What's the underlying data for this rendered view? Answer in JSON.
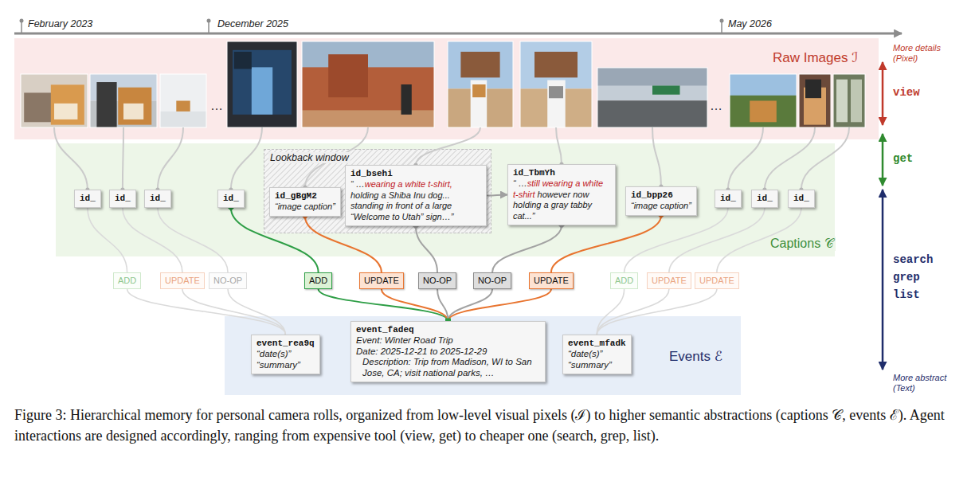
{
  "diagram": {
    "caption": "Figure 3: Hierarchical memory for personal camera rolls, organized from low-level visual pixels (ℐ) to higher semantic abstractions (captions 𝒞, events ℰ). Agent interactions are designed accordingly, ranging from expensive tool (view, get) to cheaper one (search, grep, list).",
    "nodes": [
      {
        "text": [
          "Raw Images ℐ"
        ]
      },
      {
        "text": [
          "Captions 𝒞"
        ]
      },
      {
        "text": [
          "id_"
        ],
        "in": 1
      },
      {
        "text": [
          "id_"
        ],
        "in": 1
      },
      {
        "text": [
          "id_"
        ],
        "in": 1
      },
      {
        "text": [
          "id_"
        ],
        "in": 1
      },
      {
        "text": [
          "Lookback window"
        ],
        "in": 1
      },
      {
        "text": [
          "id_gBgM2",
          "“image caption”"
        ],
        "in": 6
      },
      {
        "text": [
          "id_bsehi",
          "“ …wearing a white t-shirt, holding a Shiba Inu dog... standing in front of a large “Welcome to Utah” sign…”"
        ],
        "in": 6
      },
      {
        "text": [
          "id_TbmYh",
          "“ …still wearing a white t-shirt however now holding a gray tabby cat...”"
        ],
        "in": 1
      },
      {
        "text": [
          "id_bpp26",
          "“image caption”"
        ],
        "in": 1
      },
      {
        "text": [
          "id_"
        ],
        "in": 1
      },
      {
        "text": [
          "id_"
        ],
        "in": 1
      },
      {
        "text": [
          "id_"
        ],
        "in": 1
      },
      {
        "text": [
          "ADD"
        ]
      },
      {
        "text": [
          "UPDATE"
        ]
      },
      {
        "text": [
          "NO-OP"
        ]
      },
      {
        "text": [
          "ADD"
        ]
      },
      {
        "text": [
          "UPDATE"
        ]
      },
      {
        "text": [
          "NO-OP"
        ]
      },
      {
        "text": [
          "NO-OP"
        ]
      },
      {
        "text": [
          "UPDATE"
        ]
      },
      {
        "text": [
          "ADD"
        ]
      },
      {
        "text": [
          "UPDATE"
        ]
      },
      {
        "text": [
          "UPDATE"
        ]
      },
      {
        "text": [
          "Events ℰ"
        ]
      },
      {
        "text": [
          "event_rea9q",
          "“date(s)”",
          "“summary”"
        ],
        "in": 25
      },
      {
        "text": [
          "event_fadeq",
          "Event: Winter Road Trip",
          "Date: 2025-12-21 to 2025-12-29",
          "Description: Trip from Madison, WI to San Jose, CA; visit national parks, …"
        ],
        "in": 25
      },
      {
        "text": [
          "event_mfadk",
          "“date(s)”",
          "“summary”"
        ],
        "in": 25
      }
    ],
    "edges": [
      {
        "from": 2,
        "to": 14,
        "arrow": "none"
      },
      {
        "from": 3,
        "to": 15,
        "arrow": "none"
      },
      {
        "from": 4,
        "to": 16,
        "arrow": "none"
      },
      {
        "from": 14,
        "to": 26,
        "arrow": "none"
      },
      {
        "from": 15,
        "to": 26,
        "arrow": "none"
      },
      {
        "from": 16,
        "to": 26,
        "arrow": "none"
      },
      {
        "from": 5,
        "to": 17,
        "arrow": "none"
      },
      {
        "from": 17,
        "to": 27,
        "arrow": "none"
      },
      {
        "from": 7,
        "to": 18,
        "arrow": "none"
      },
      {
        "from": 18,
        "to": 27,
        "arrow": "none"
      },
      {
        "from": 8,
        "to": 19,
        "arrow": "none"
      },
      {
        "from": 19,
        "to": 27,
        "arrow": "none"
      },
      {
        "from": 9,
        "to": 20,
        "arrow": "none"
      },
      {
        "from": 20,
        "to": 27,
        "arrow": "none"
      },
      {
        "from": 10,
        "to": 21,
        "arrow": "none"
      },
      {
        "from": 21,
        "to": 27,
        "arrow": "none"
      },
      {
        "from": 11,
        "to": 22,
        "arrow": "none"
      },
      {
        "from": 12,
        "to": 23,
        "arrow": "none"
      },
      {
        "from": 13,
        "to": 24,
        "arrow": "none"
      },
      {
        "from": 22,
        "to": 28,
        "arrow": "none"
      },
      {
        "from": 23,
        "to": 28,
        "arrow": "none"
      },
      {
        "from": 24,
        "to": 28,
        "arrow": "none"
      },
      {
        "from": 8,
        "to": 9,
        "arrow": "to"
      }
    ],
    "labels": [
      "February 2023",
      "December 2025",
      "May 2026",
      "…",
      "…",
      "More details (Pixel)",
      "view",
      "get",
      "search",
      "grep",
      "list",
      "More abstract (Text)"
    ]
  }
}
